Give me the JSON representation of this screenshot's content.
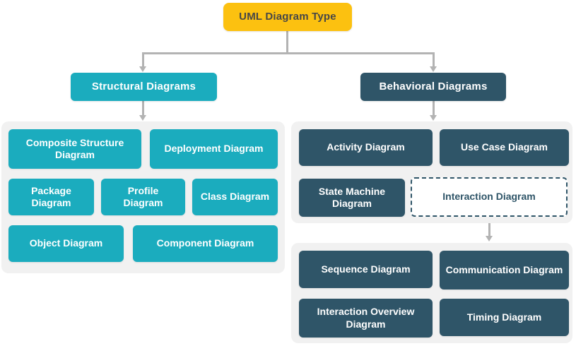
{
  "root": {
    "label": "UML Diagram Type"
  },
  "structural": {
    "header": "Structural Diagrams",
    "items": [
      "Composite Structure Diagram",
      "Deployment Diagram",
      "Package Diagram",
      "Profile Diagram",
      "Class Diagram",
      "Object Diagram",
      "Component Diagram"
    ]
  },
  "behavioral": {
    "header": "Behavioral Diagrams",
    "items": [
      "Activity Diagram",
      "Use Case Diagram",
      "State Machine Diagram",
      "Interaction Diagram"
    ]
  },
  "interaction": {
    "items": [
      "Sequence Diagram",
      "Communication Diagram",
      "Interaction Overview Diagram",
      "Timing Diagram"
    ]
  },
  "colors": {
    "yellow": "#FCC110",
    "teal": "#1BACBE",
    "dark": "#2F5568",
    "group": "#F1F1F1",
    "connector": "#B3B3B3",
    "root_text": "#474747"
  }
}
